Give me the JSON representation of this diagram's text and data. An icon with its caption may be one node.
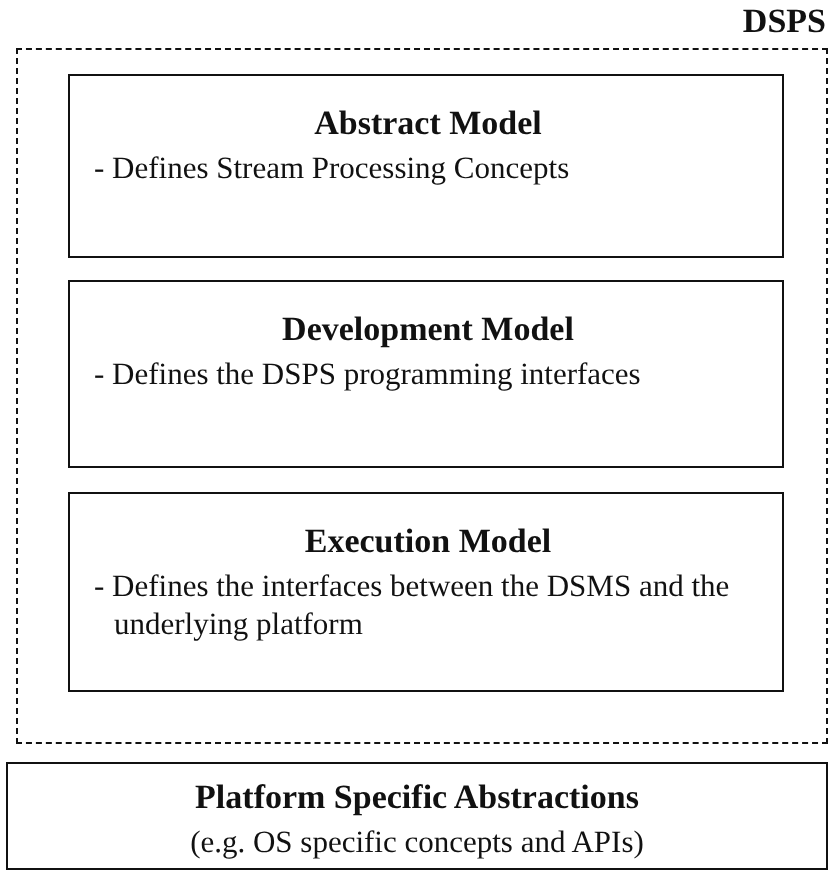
{
  "diagram": {
    "nodes": [
      {
        "text": [
          "DSPS"
        ]
      },
      {
        "text": [
          "Abstract Model",
          "- Defines Stream Processing Concepts"
        ],
        "in": 0
      },
      {
        "text": [
          "Development Model",
          "- Defines the DSPS programming interfaces"
        ],
        "in": 0
      },
      {
        "text": [
          "Execution Model",
          "- Defines the interfaces between the DSMS and the underlying platform"
        ],
        "in": 0
      },
      {
        "text": [
          "Platform Specific Abstractions",
          "(e.g. OS specific concepts and APIs)"
        ]
      }
    ]
  }
}
